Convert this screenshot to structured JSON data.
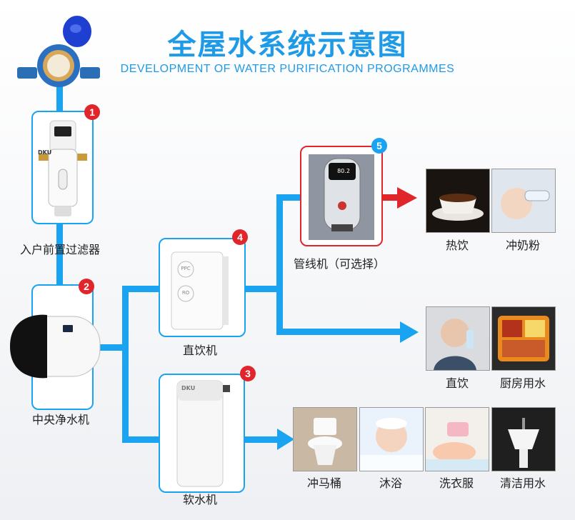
{
  "header": {
    "title": "全屋水系统示意图",
    "subtitle": "DEVELOPMENT OF WATER PURIFICATION PROGRAMMES"
  },
  "devices": {
    "prefilter": {
      "number": "1",
      "label": "入户前置过滤器"
    },
    "central": {
      "number": "2",
      "label": "中央净水机"
    },
    "softener": {
      "number": "3",
      "label": "软水机"
    },
    "direct": {
      "number": "4",
      "label": "直饮机"
    },
    "pipeline": {
      "number": "5",
      "label": "管线机（可选择）"
    }
  },
  "device_text": {
    "prefilter_brand": "DKU",
    "softener_brand": "DKU",
    "ro_ppc": "PPC",
    "ro_ro": "RO",
    "pipeline_display": "80.2"
  },
  "uses": {
    "hot_drink": "热饮",
    "milk_powder": "冲奶粉",
    "direct_drink": "直饮",
    "kitchen_water": "厨房用水",
    "toilet": "冲马桶",
    "bath": "沐浴",
    "laundry": "洗衣服",
    "cleaning": "清洁用水"
  },
  "colors": {
    "pipe": "#1aa3f0",
    "highlight": "#e0262b",
    "title": "#1f9ae6"
  }
}
